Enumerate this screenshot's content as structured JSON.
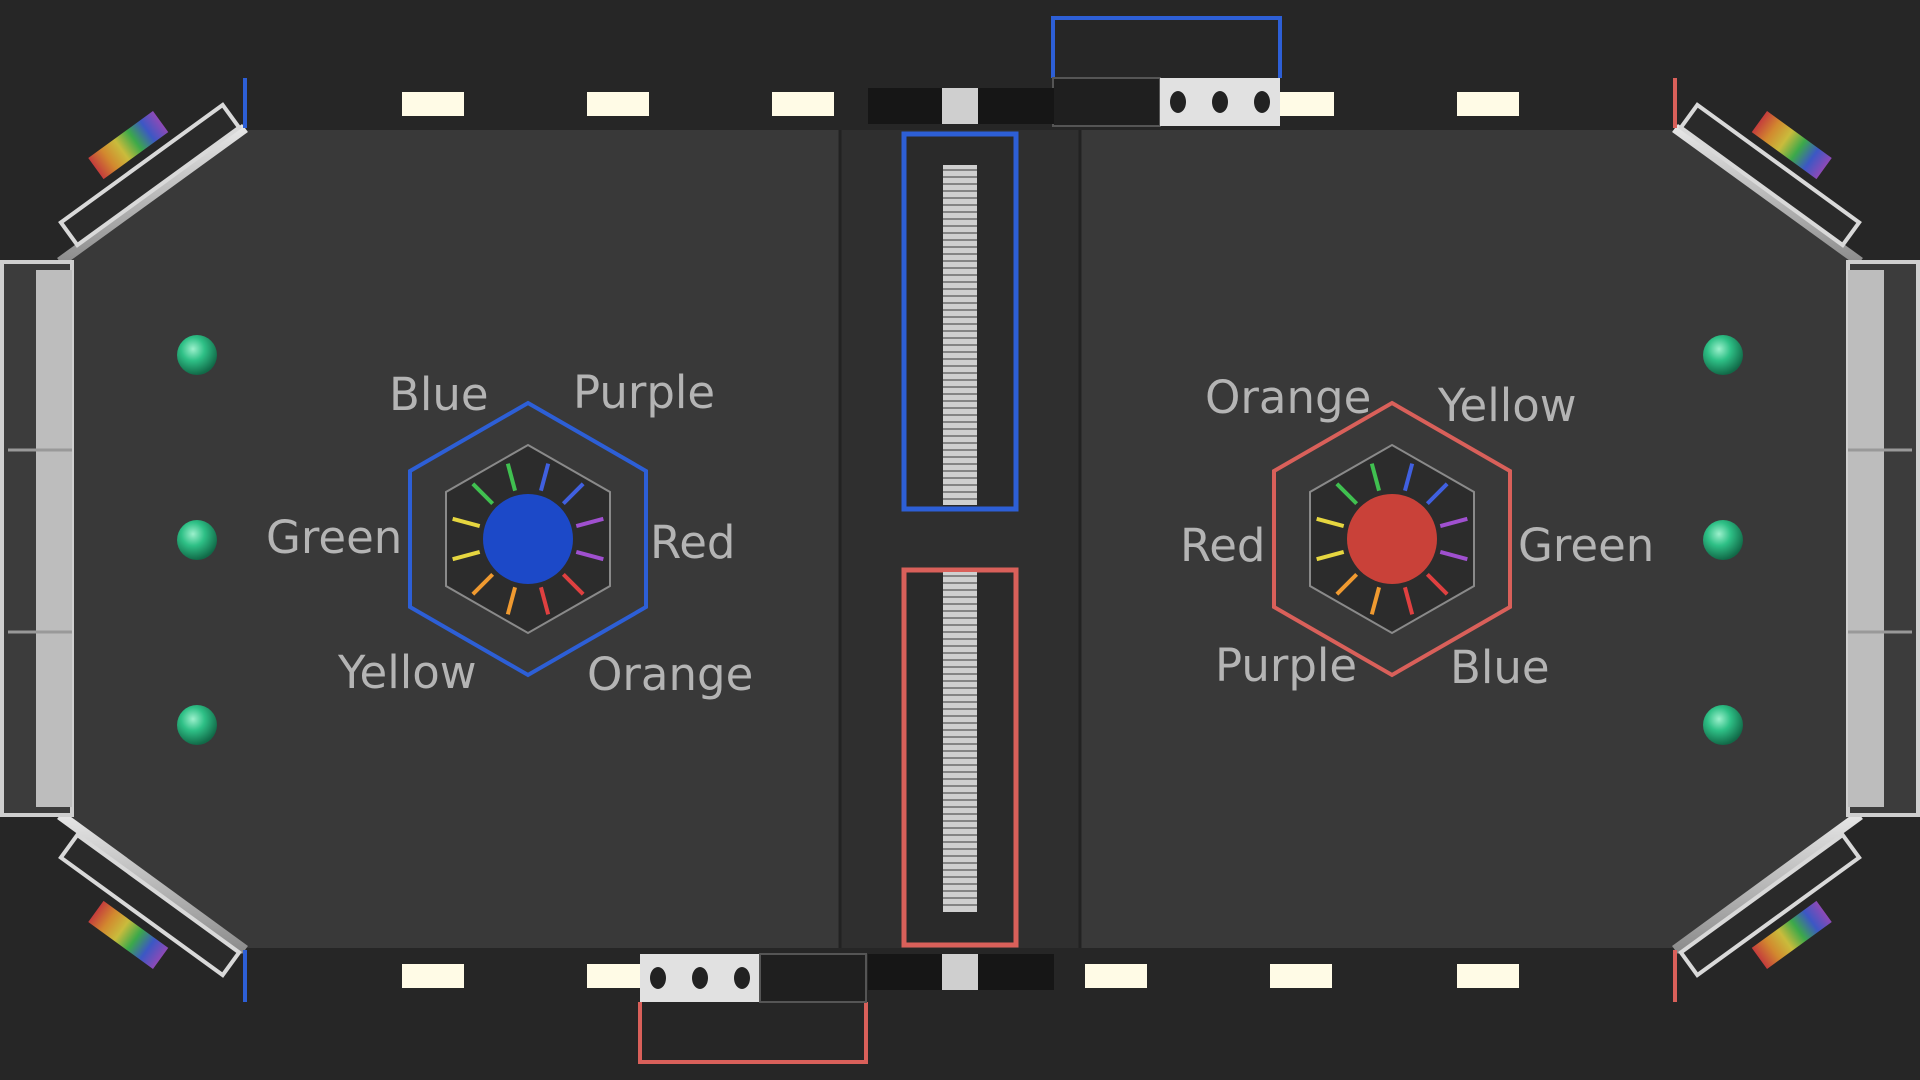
{
  "colors": {
    "background": "#262626",
    "floor": "#393939",
    "blue_alliance": "#2d5fd6",
    "red_alliance": "#d9605a",
    "score_ball": "#2ec086",
    "label_text": "#b4b4b4"
  },
  "blue_hub": {
    "center_fill": "#1c49c8",
    "labels": {
      "top_left": "Blue",
      "top_right": "Purple",
      "left": "Green",
      "right": "Red",
      "bottom_left": "Yellow",
      "bottom_right": "Orange"
    }
  },
  "red_hub": {
    "center_fill": "#c94139",
    "labels": {
      "top_left": "Orange",
      "top_right": "Yellow",
      "left": "Red",
      "right": "Green",
      "bottom_left": "Purple",
      "bottom_right": "Blue"
    }
  },
  "icons": {
    "blue_hub_icon": "hexagon-hub-icon",
    "red_hub_icon": "hexagon-hub-icon",
    "ball_icon": "sphere-icon"
  }
}
